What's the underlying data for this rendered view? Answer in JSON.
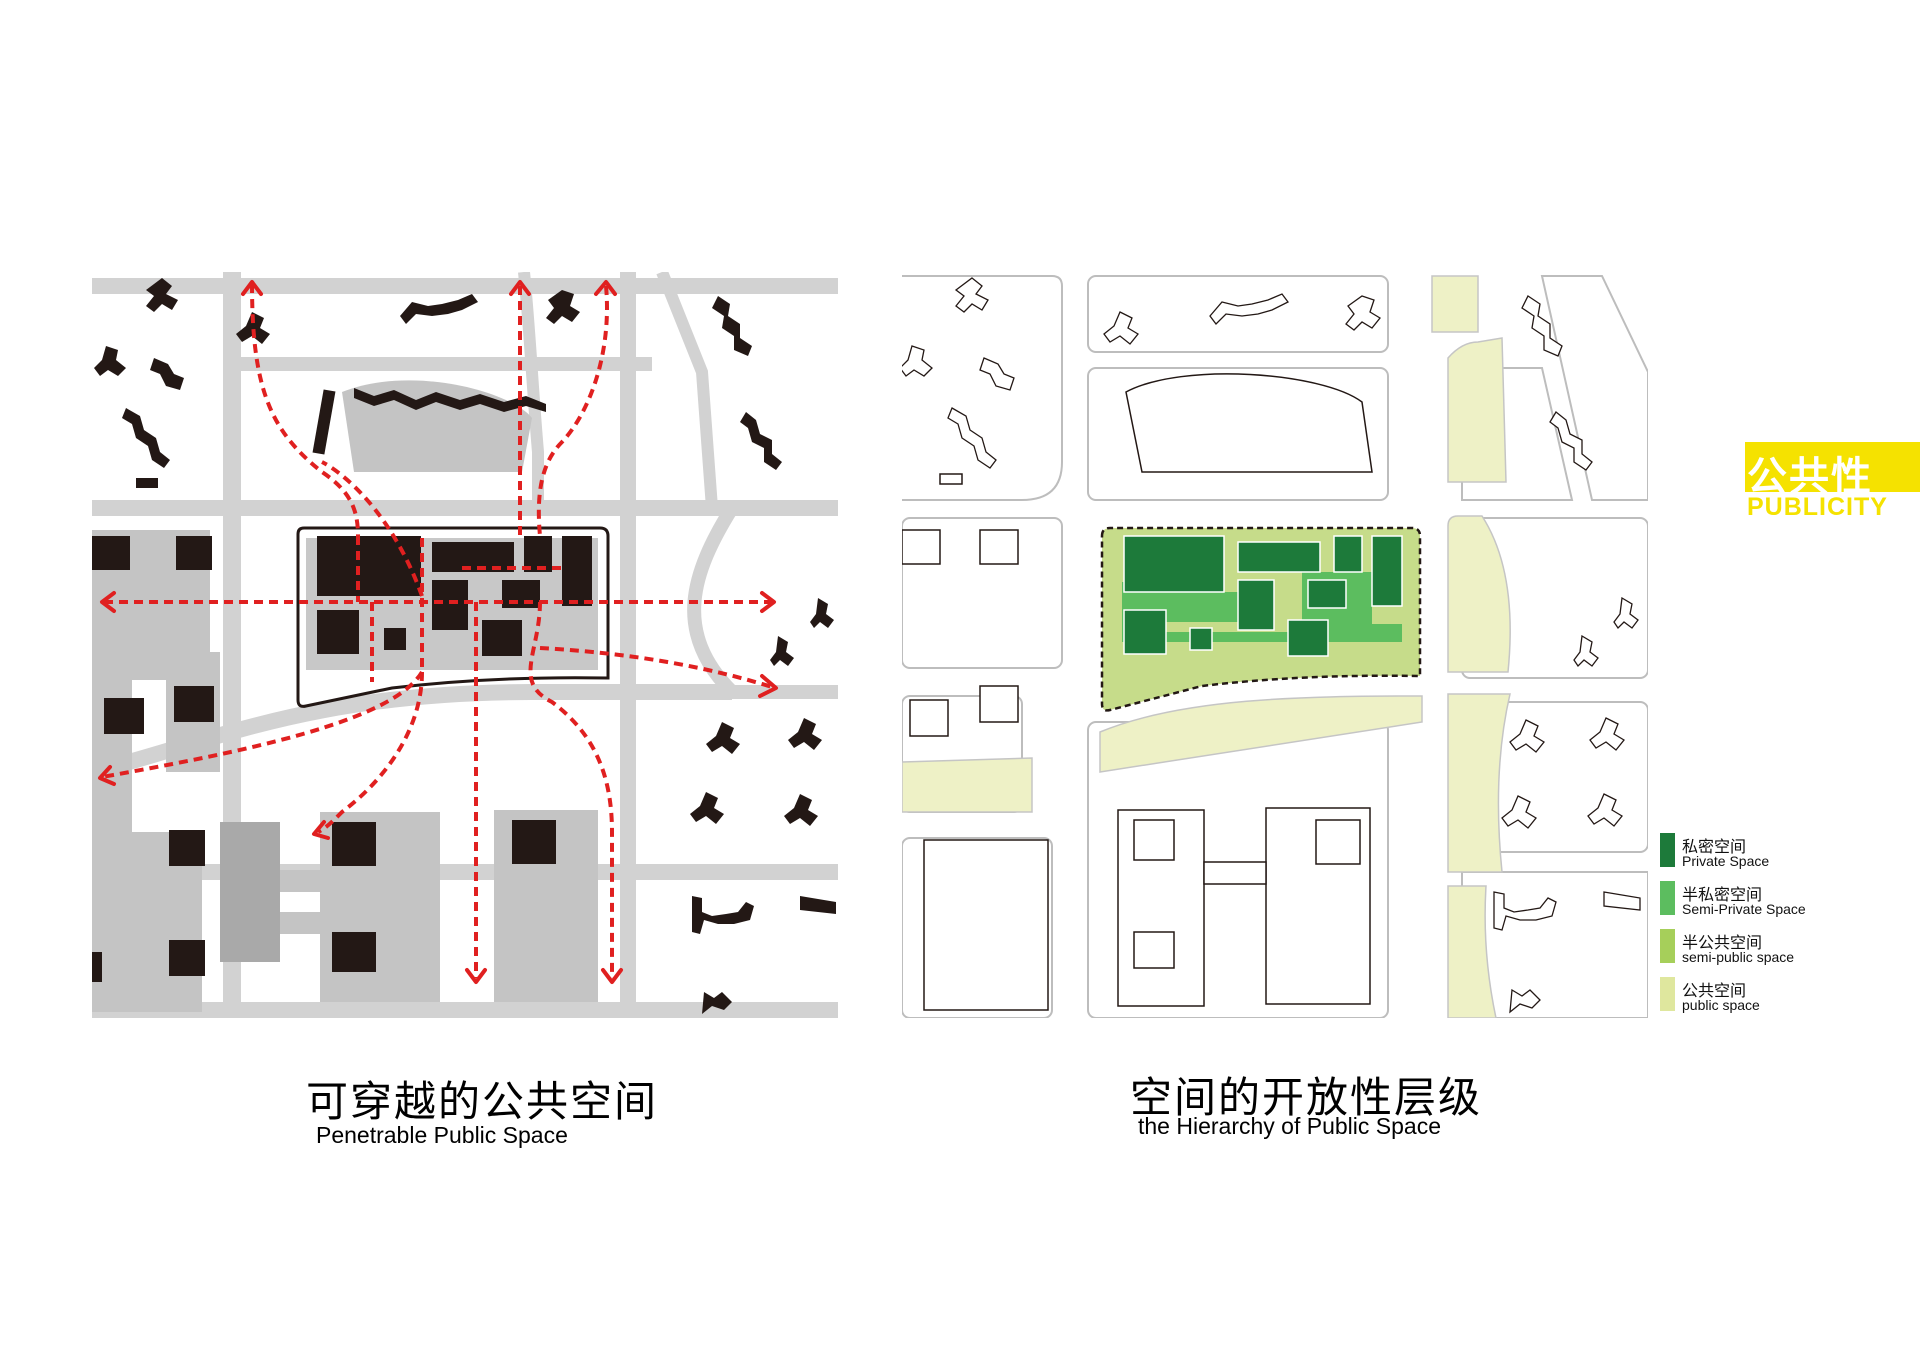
{
  "left": {
    "title_zh": "可穿越的公共空间",
    "title_en": "Penetrable Public Space"
  },
  "right": {
    "title_zh": "空间的开放性层级",
    "title_en": "the Hierarchy of Public Space"
  },
  "tag": {
    "zh": "公共性",
    "en": "PUBLICITY",
    "color": "#f5e200"
  },
  "legend": [
    {
      "zh": "私密空间",
      "en": "Private Space",
      "color": "#1d7a3a"
    },
    {
      "zh": "半私密空间",
      "en": "Semi-Private Space",
      "color": "#5cbd5f"
    },
    {
      "zh": "半公共空间",
      "en": "semi-public space",
      "color": "#a6cf5a"
    },
    {
      "zh": "公共空间",
      "en": "public space",
      "color": "#dfe79e"
    }
  ],
  "colors": {
    "road": "#d2d2d2",
    "block_fill": "#bdbdbd",
    "building": "#231815",
    "path_arrow": "#e02020"
  }
}
